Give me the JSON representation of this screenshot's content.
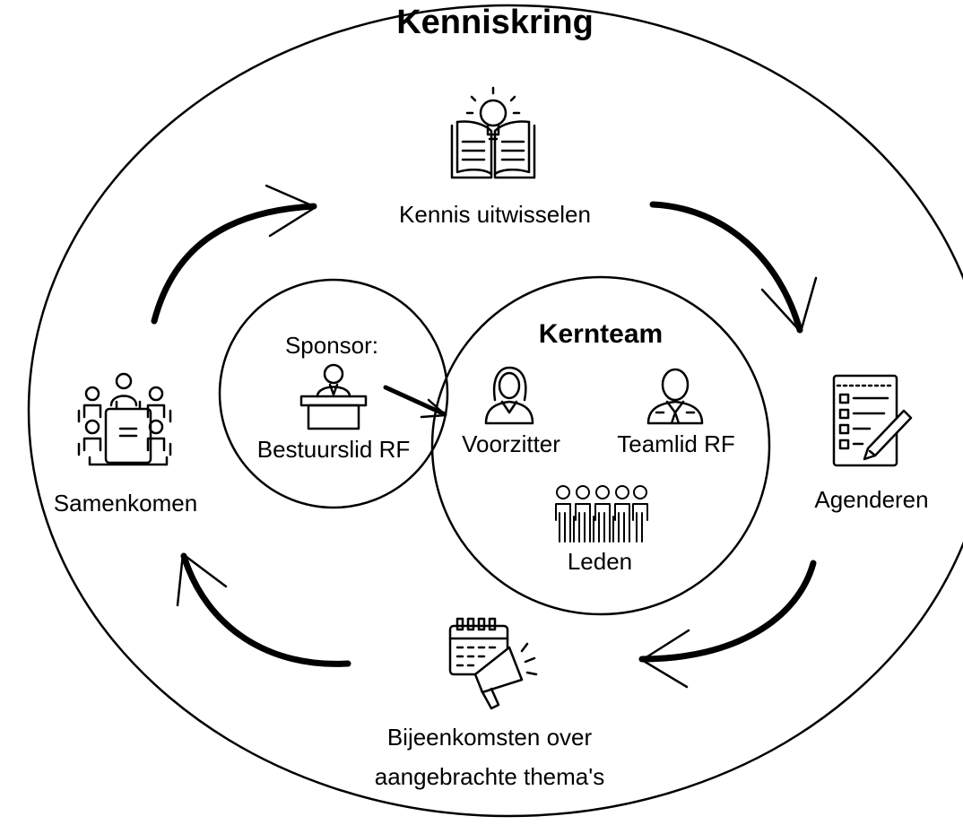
{
  "diagram": {
    "title": "Kenniskring",
    "stages": {
      "top": "Kennis uitwisselen",
      "right": "Agenderen",
      "bottom_line1": "Bijeenkomsten over",
      "bottom_line2": "aangebrachte thema's",
      "left": "Samenkomen"
    },
    "sponsor": {
      "heading": "Sponsor:",
      "role": "Bestuurslid RF"
    },
    "core_team": {
      "title": "Kernteam",
      "members": [
        "Voorzitter",
        "Teamlid RF",
        "Leden"
      ]
    },
    "icons": [
      "book-lightbulb-icon",
      "checklist-pencil-icon",
      "calendar-megaphone-icon",
      "meeting-table-icon",
      "speaker-podium-icon",
      "woman-icon",
      "businessman-icon",
      "crowd-icon"
    ],
    "colors": {
      "stroke": "#000000",
      "background": "#ffffff"
    }
  }
}
